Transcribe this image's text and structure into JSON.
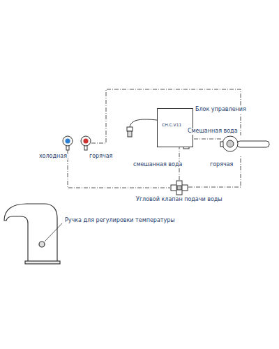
{
  "diagram": {
    "nodes": [
      {
        "text": [
          "CH.C.V11",
          "Блок управления"
        ]
      },
      {
        "text": [
          "холодная"
        ]
      },
      {
        "text": [
          "горячая"
        ]
      },
      {
        "text": [
          "Угловой клапан подачи воды"
        ]
      }
    ],
    "edges": [
      {
        "from": 1,
        "to": 3,
        "arrow": "none"
      },
      {
        "from": 3,
        "to": 0,
        "label": "смешанная вода",
        "arrow": "none"
      }
    ],
    "labels": [
      "Смешанная вода",
      "горячая",
      "Ручка для регулировки температуры"
    ]
  }
}
